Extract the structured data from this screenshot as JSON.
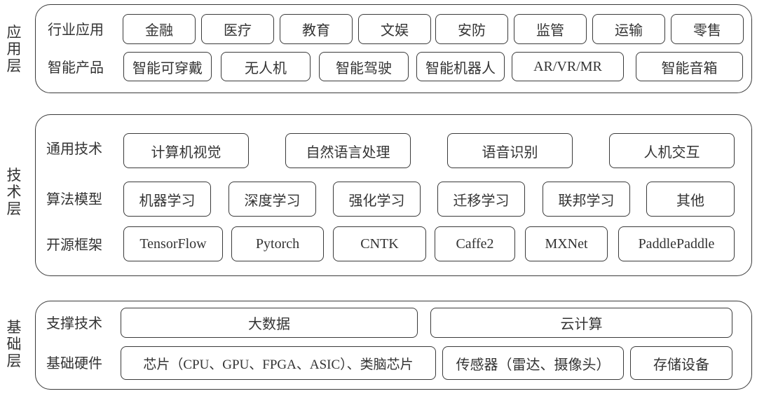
{
  "layers": {
    "application": {
      "title": "应用层",
      "rows": [
        {
          "label": "行业应用",
          "items": [
            "金融",
            "医疗",
            "教育",
            "文娱",
            "安防",
            "监管",
            "运输",
            "零售"
          ]
        },
        {
          "label": "智能产品",
          "items": [
            "智能可穿戴",
            "无人机",
            "智能驾驶",
            "智能机器人",
            "AR/VR/MR",
            "智能音箱"
          ]
        }
      ]
    },
    "technology": {
      "title": "技术层",
      "rows": [
        {
          "label": "通用技术",
          "items": [
            "计算机视觉",
            "自然语言处理",
            "语音识别",
            "人机交互"
          ]
        },
        {
          "label": "算法模型",
          "items": [
            "机器学习",
            "深度学习",
            "强化学习",
            "迁移学习",
            "联邦学习",
            "其他"
          ]
        },
        {
          "label": "开源框架",
          "items": [
            "TensorFlow",
            "Pytorch",
            "CNTK",
            "Caffe2",
            "MXNet",
            "PaddlePaddle"
          ]
        }
      ]
    },
    "foundation": {
      "title": "基础层",
      "rows": [
        {
          "label": "支撑技术",
          "items": [
            "大数据",
            "云计算"
          ]
        },
        {
          "label": "基础硬件",
          "items": [
            "芯片（CPU、GPU、FPGA、ASIC）、类脑芯片",
            "传感器（雷达、摄像头）",
            "存储设备"
          ]
        }
      ]
    }
  }
}
